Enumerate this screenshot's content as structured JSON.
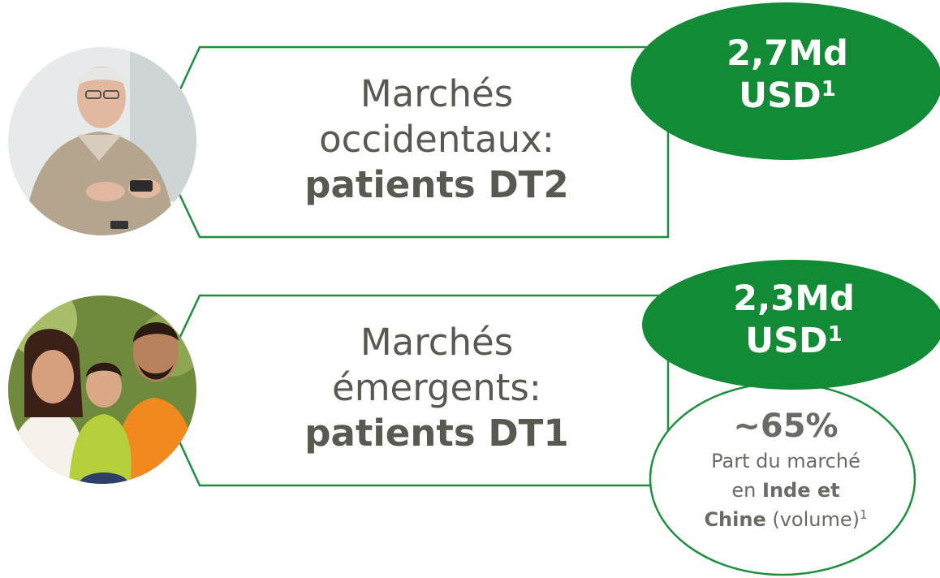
{
  "colors": {
    "accent_green": "#128a36",
    "frame_green": "#1e8f3f",
    "text_gray": "#585a52"
  },
  "cards": [
    {
      "photo": "older-man-testing-blood-glucose-photo",
      "title_line1": "Marchés",
      "title_line2": "occidentaux:",
      "title_bold": "patients DT2",
      "value_line1": "2,7Md",
      "value_line2": "USD",
      "value_sup": "1"
    },
    {
      "photo": "family-with-child-photo",
      "title_line1": "Marchés",
      "title_line2": "émergents:",
      "title_bold": "patients DT1",
      "value_line1": "2,3Md",
      "value_line2": "USD",
      "value_sup": "1"
    }
  ],
  "share": {
    "percent": "~65%",
    "line1": "Part du marché",
    "line2_a": "en ",
    "line2_b": "Inde et",
    "line3_a": "Chine",
    "line3_b": " (volume)",
    "sup": "1"
  }
}
